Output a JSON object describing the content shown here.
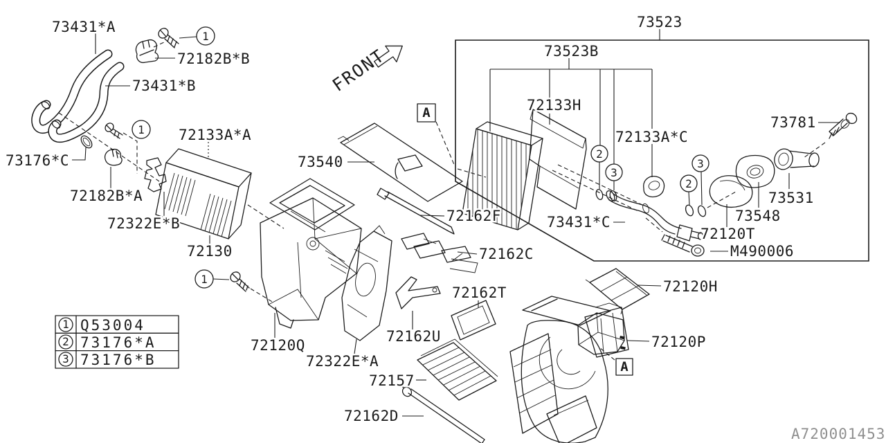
{
  "colors": {
    "ink": "#1a1a1a",
    "muted": "#8f8f8f",
    "bg": "#ffffff"
  },
  "front_label": "FRONT",
  "detail_marker": "A",
  "diagram_code": "A720001453",
  "callouts": {
    "one": "1",
    "two": "2",
    "three": "3"
  },
  "legend": [
    {
      "num": "1",
      "part": "Q53004"
    },
    {
      "num": "2",
      "part": "73176*A"
    },
    {
      "num": "3",
      "part": "73176*B"
    }
  ],
  "labels": {
    "hose_a": "73431*A",
    "hose_b": "73431*B",
    "clamp_bb": "72182B*B",
    "clamp_ba": "72182B*A",
    "ring_c": "73176*C",
    "bracket_eb": "72322E*B",
    "core": "72130",
    "core_cover": "72133A*A",
    "damper_plate": "73540",
    "box_assy": "73523",
    "box_sub": "73523B",
    "evaporator": "72133H",
    "pipe_grommet": "72133A*C",
    "bolt_73781": "73781",
    "cover_73531": "73531",
    "seal_73548": "73548",
    "duct_72120t": "72120T",
    "bolt_m490006": "M490006",
    "pipe_73431c": "73431*C",
    "rod_72162f": "72162F",
    "link_72162c": "72162C",
    "frame_72162t": "72162T",
    "lever_72162u": "72162U",
    "panel_ea": "72322E*A",
    "grille_72157": "72157",
    "rod_72162d": "72162D",
    "case_72120q": "72120Q",
    "frame_72120h": "72120H",
    "bracket_72120p": "72120P"
  }
}
